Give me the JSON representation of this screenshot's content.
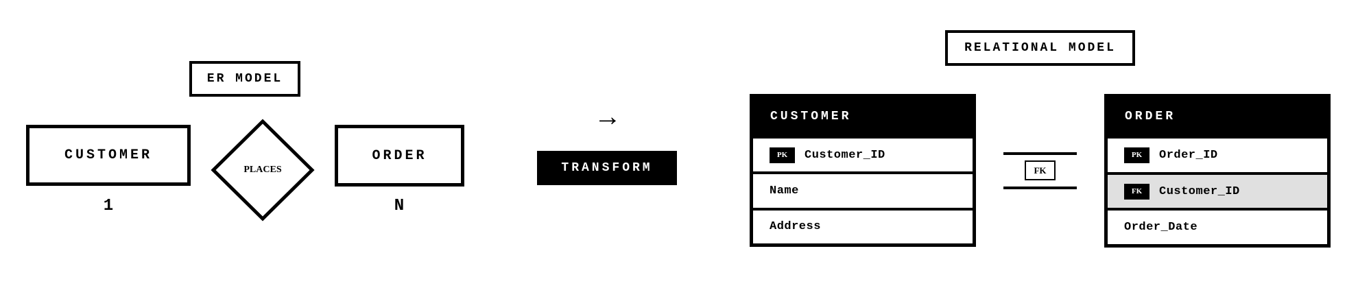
{
  "er_model": {
    "title": "ER MODEL",
    "entities": [
      {
        "name": "CUSTOMER",
        "cardinality": "1"
      },
      {
        "name": "ORDER",
        "cardinality": "N"
      }
    ],
    "relationship": "PLACES"
  },
  "transform": {
    "arrow": "→",
    "label": "TRANSFORM"
  },
  "relational_model": {
    "title": "RELATIONAL MODEL",
    "tables": [
      {
        "name": "CUSTOMER",
        "columns": [
          {
            "key": "PK",
            "name": "Customer_ID"
          },
          {
            "key": "",
            "name": "Name"
          },
          {
            "key": "",
            "name": "Address"
          }
        ]
      },
      {
        "name": "ORDER",
        "columns": [
          {
            "key": "PK",
            "name": "Order_ID"
          },
          {
            "key": "FK",
            "name": "Customer_ID",
            "highlight": true
          },
          {
            "key": "",
            "name": "Order_Date"
          }
        ]
      }
    ],
    "connector_label": "FK"
  },
  "colors": {
    "foreground": "#000000",
    "background": "#ffffff",
    "highlight_row": "#e0e0e0"
  }
}
